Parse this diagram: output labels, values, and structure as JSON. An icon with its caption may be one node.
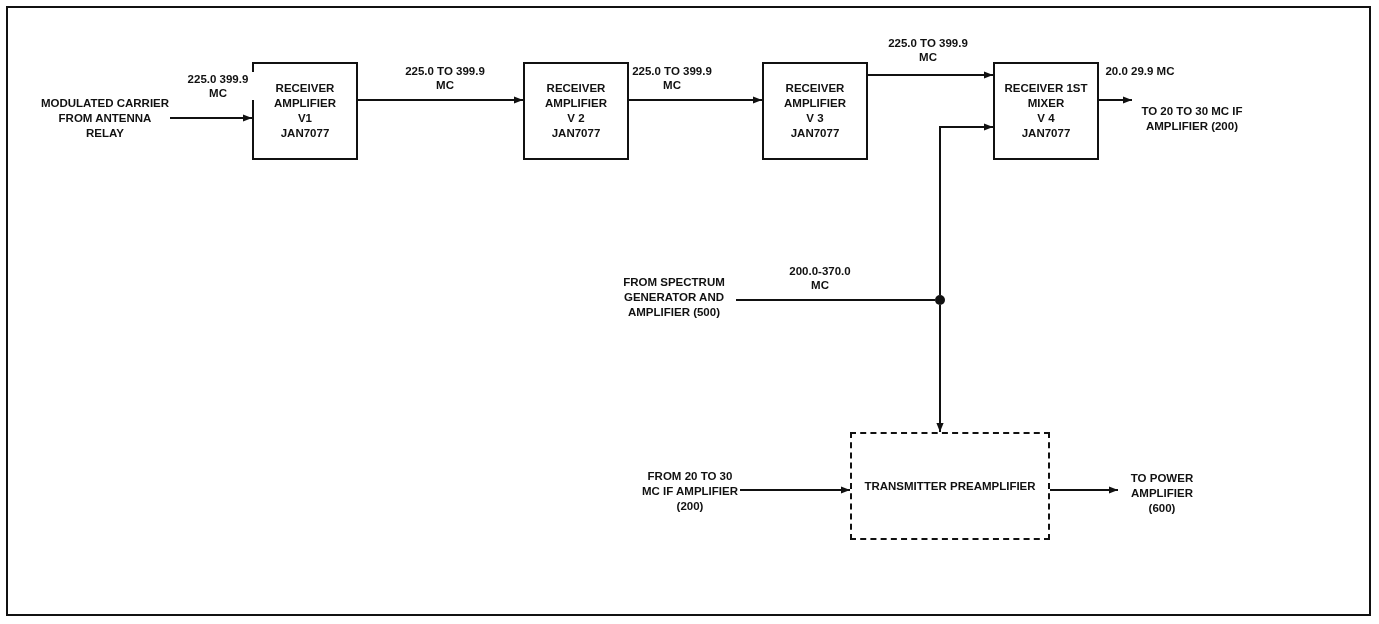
{
  "diagram": {
    "nodes": [
      {
        "text": [
          "MODULATED CARRIER FROM ANTENNA RELAY"
        ]
      },
      {
        "text": [
          "RECEIVER AMPLIFIER",
          "V1",
          "JAN7077"
        ]
      },
      {
        "text": [
          "RECEIVER AMPLIFIER",
          "V 2",
          "JAN7077"
        ]
      },
      {
        "text": [
          "RECEIVER AMPLIFIER",
          "V 3",
          "JAN7077"
        ]
      },
      {
        "text": [
          "RECEIVER 1ST MIXER",
          "V 4",
          "JAN7077"
        ]
      },
      {
        "text": [
          "TO 20 TO 30 MC IF AMPLIFIER (200)"
        ]
      },
      {
        "text": [
          "FROM SPECTRUM GENERATOR AND AMPLIFIER (500)"
        ]
      },
      {
        "text": [],
        "shape": "circle"
      },
      {
        "text": [
          "FROM 20 TO 30 MC IF AMPLIFIER (200)"
        ]
      },
      {
        "text": [
          "TRANSMITTER PREAMPLIFIER"
        ]
      },
      {
        "text": [
          "TO POWER AMPLIFIER (600)"
        ]
      }
    ],
    "edges": [
      {
        "from": 0,
        "to": 1,
        "arrow": "to",
        "label": "225.0 399.9 MC"
      },
      {
        "from": 1,
        "to": 2,
        "arrow": "to",
        "label": "225.0 TO 399.9 MC"
      },
      {
        "from": 2,
        "to": 3,
        "arrow": "to",
        "label": "225.0 TO 399.9 MC"
      },
      {
        "from": 3,
        "to": 4,
        "arrow": "to",
        "label": "225.0 TO 399.9 MC"
      },
      {
        "from": 4,
        "to": 5,
        "arrow": "to",
        "label": "20.0 29.9 MC"
      },
      {
        "from": 6,
        "to": 7,
        "arrow": "none",
        "label": "200.0-370.0 MC"
      },
      {
        "from": 7,
        "to": 4,
        "arrow": "to"
      },
      {
        "from": 7,
        "to": 9,
        "arrow": "to"
      },
      {
        "from": 8,
        "to": 9,
        "arrow": "to"
      },
      {
        "from": 9,
        "to": 10,
        "arrow": "to"
      }
    ]
  }
}
